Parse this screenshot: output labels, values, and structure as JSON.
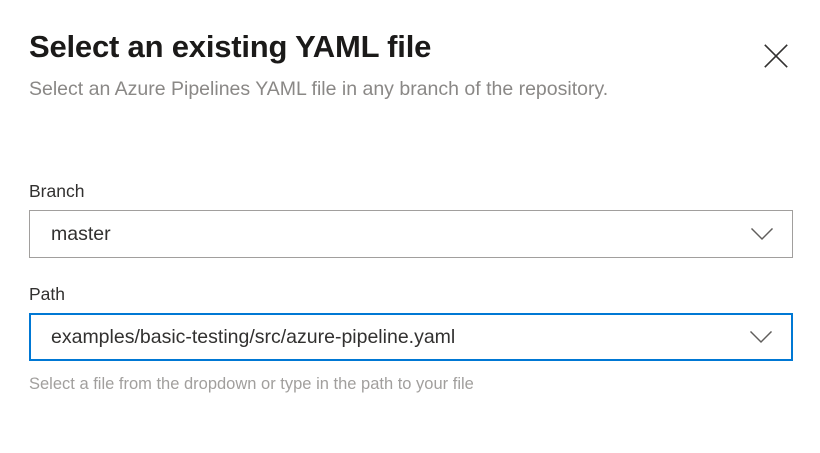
{
  "dialog": {
    "title": "Select an existing YAML file",
    "subtitle": "Select an Azure Pipelines YAML file in any branch of the repository.",
    "close_label": "Close",
    "close_icon": "close-icon"
  },
  "form": {
    "branch": {
      "label": "Branch",
      "value": "master",
      "placeholder": "",
      "chevron_icon": "chevron-down-icon",
      "focused": false,
      "options": [
        "master"
      ]
    },
    "path": {
      "label": "Path",
      "value": "examples/basic-testing/src/azure-pipeline.yaml",
      "placeholder": "",
      "chevron_icon": "chevron-down-icon",
      "focused": true,
      "help": "Select a file from the dropdown or type in the path to your file",
      "options": [
        "examples/basic-testing/src/azure-pipeline.yaml"
      ]
    }
  },
  "colors": {
    "accent": "#0078d4",
    "title_text": "#1b1a19",
    "body_text": "#323130",
    "muted_text": "#8a8886",
    "help_text": "#a19f9d",
    "border": "#a19f9d",
    "background": "#ffffff"
  }
}
